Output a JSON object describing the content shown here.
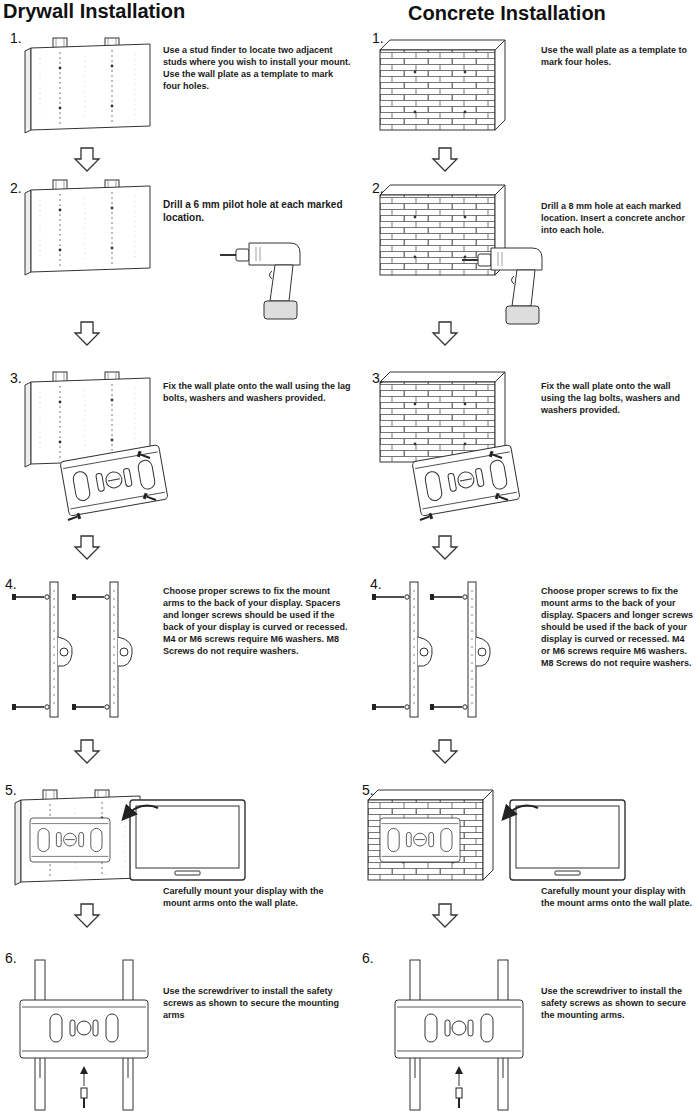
{
  "diagram": {
    "labels": [
      "Drywall Installation",
      "1.",
      "Use a stud finder to locate two adjacent studs where you wish to install your mount. Use the wall plate as a template to mark four holes.",
      "2.",
      "Drill a 6 mm pilot hole at each marked location.",
      "3.",
      "Fix the wall plate onto the wall using the lag bolts, washers and washers provided.",
      "4.",
      "Choose proper screws to fix the mount arms to the back of your display. Spacers and longer screws should be used if the back of your display is curved or recessed. M4 or M6 screws require M6 washers. M8 Screws do not require washers.",
      "5.",
      "Carefully mount your display with the mount arms onto the wall plate.",
      "6.",
      "Use the screwdriver to install the safety screws as shown to secure the mounting arms",
      "Concrete Installation",
      "1.",
      "Use the wall plate as a template to mark four holes.",
      "2.",
      "Drill a 8 mm hole at each marked location. Insert a concrete anchor into each hole.",
      "3.",
      "Fix the wall plate onto the wall using the lag bolts, washers and washers provided.",
      "4.",
      "Choose proper screws to fix the mount arms to the back of your display. Spacers and longer screws should be used if the back of your display is curved or recessed. M4 or M6 screws require M6 washers. M8 Screws do not require washers.",
      "5.",
      "Carefully mount your display with the mount arms onto the wall plate.",
      "6.",
      "Use the screwdriver to install the safety screws as shown to secure the mounting arms."
    ]
  }
}
